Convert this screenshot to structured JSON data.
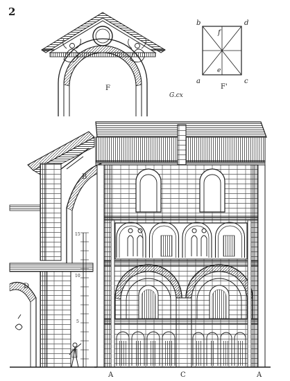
{
  "plate_number": "2",
  "figure_labels": {
    "gable_detail": "F",
    "geometric_diagram": "F'",
    "side_section_upper": "B",
    "side_section_lower": "D",
    "bay_left": "A",
    "bay_center": "C",
    "bay_right": "A",
    "engraver_signature": "G.cx"
  },
  "geometry_corners": {
    "top_left": "b",
    "top_right": "d",
    "top_middle": "f",
    "bottom_left": "a",
    "bottom_middle": "e",
    "bottom_right": "c"
  },
  "scale_bar": {
    "marks": [
      "15",
      "10",
      "5"
    ]
  }
}
